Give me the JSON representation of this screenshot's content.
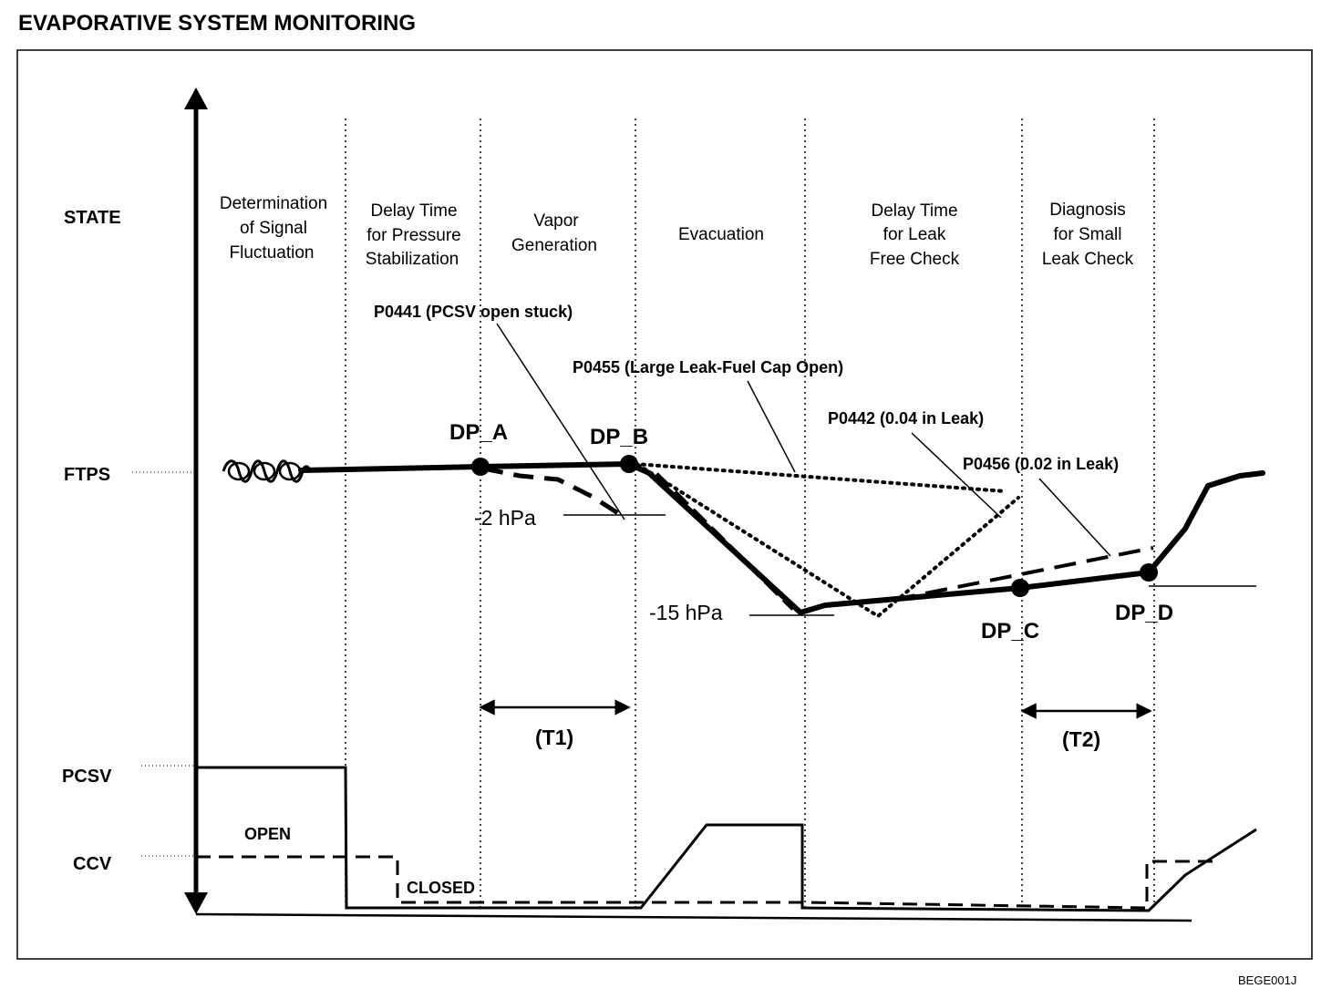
{
  "title": "EVAPORATIVE SYSTEM MONITORING",
  "state_labels": {
    "state": "STATE",
    "ftps": "FTPS",
    "pcsv": "PCSV",
    "ccv": "CCV"
  },
  "phases": [
    {
      "lines": [
        "Determination",
        "of Signal",
        "Fluctuation"
      ]
    },
    {
      "lines": [
        "Delay Time",
        "for Pressure",
        "Stabilization"
      ]
    },
    {
      "lines": [
        "Vapor",
        "Generation"
      ]
    },
    {
      "lines": [
        "Evacuation"
      ]
    },
    {
      "lines": [
        "Delay Time",
        "for Leak",
        "Free Check"
      ]
    },
    {
      "lines": [
        "Diagnosis",
        "for Small",
        "Leak Check"
      ]
    }
  ],
  "dtc_annotations": [
    "P0441 (PCSV open stuck)",
    "P0455 (Large Leak-Fuel Cap Open)",
    "P0442 (0.04 in Leak)",
    "P0456 (0.02 in Leak)"
  ],
  "decision_points": [
    "DP_A",
    "DP_B",
    "DP_C",
    "DP_D"
  ],
  "pressure_labels": [
    "-2 hPa",
    "-15 hPa"
  ],
  "timers": [
    "(T1)",
    "(T2)"
  ],
  "valve_states": {
    "open": "OPEN",
    "closed": "CLOSED"
  },
  "figure_code": "BEGE001J"
}
